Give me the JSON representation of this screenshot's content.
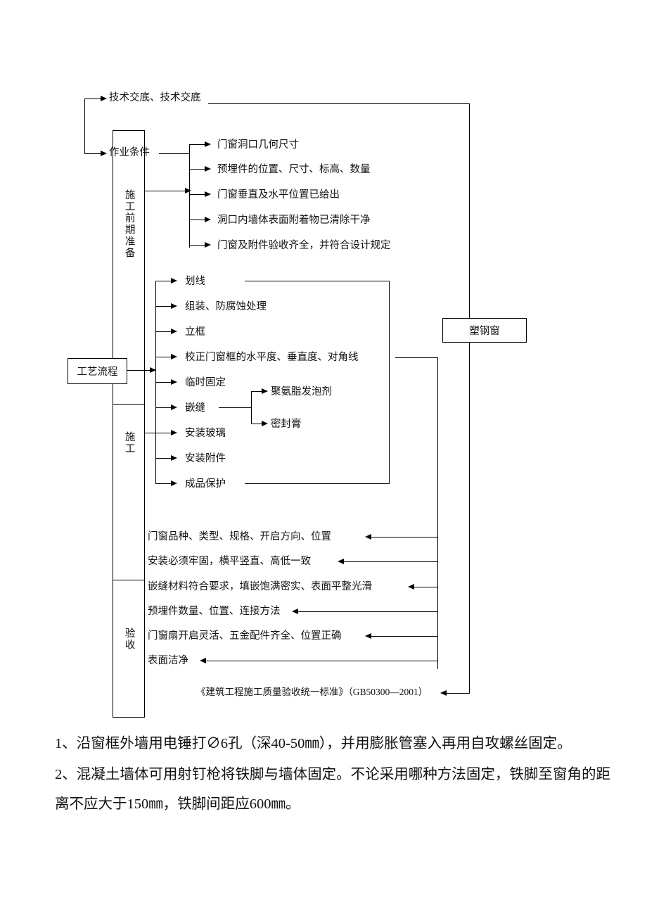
{
  "diagram": {
    "title_nodes": {
      "tech_disclosure": "技术交底、技术交底",
      "work_conditions": "作业条件",
      "process_flow": "工艺流程",
      "plastic_steel_window": "塑钢窗"
    },
    "stage_labels": {
      "prep": "施工前期准备",
      "construction": "施工",
      "acceptance": "验收"
    },
    "prep_items": [
      "门窗洞口几何尺寸",
      "预埋件的位置、尺寸、标高、数量",
      "门窗垂直及水平位置已给出",
      "洞口内墙体表面附着物已清除干净",
      "门窗及附件验收齐全，并符合设计规定"
    ],
    "construction_items": [
      "划线",
      "组装、防腐蚀处理",
      "立框",
      "校正门窗框的水平度、垂直度、对角线",
      "临时固定",
      "嵌缝",
      "安装玻璃",
      "安装附件",
      "成品保护"
    ],
    "seam_branch": [
      "聚氨脂发泡剂",
      "密封膏"
    ],
    "acceptance_items": [
      "门窗品种、类型、规格、开启方向、位置",
      "安装必须牢固，横平竖直、高低一致",
      "嵌缝材料符合要求，填嵌饱满密实、表面平整光滑",
      "预埋件数量、位置、连接方法",
      "门窗扇开启灵活、五金配件齐全、位置正确",
      "表面洁净"
    ],
    "standard_reference": "《建筑工程施工质量验收统一标准》（GB50300—2001）"
  },
  "notes": [
    "1、沿窗框外墙用电锤打∅6孔（深40-50㎜），并用膨胀管塞入再用自攻螺丝固定。",
    "2、混凝土墙体可用射钉枪将铁脚与墙体固定。不论采用哪种方法固定，铁脚至窗角的距离不应大于150㎜，铁脚间距应600㎜。"
  ],
  "colors": {
    "ink": "#000000",
    "page": "#ffffff"
  }
}
